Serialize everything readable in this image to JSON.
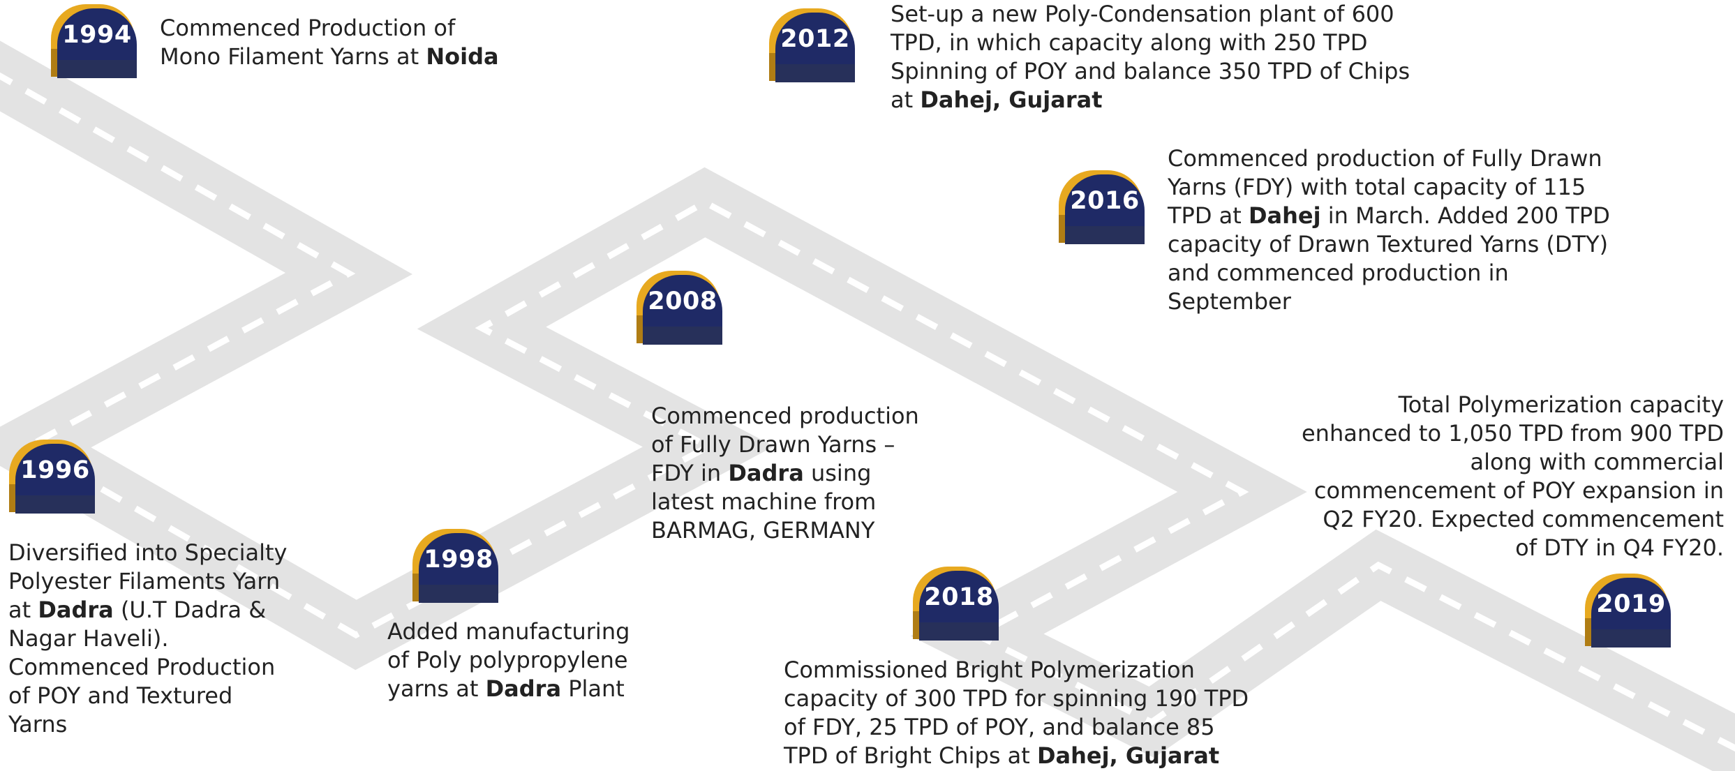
{
  "milestones": [
    {
      "id": "1994",
      "year": "1994",
      "segments": [
        {
          "text": "Commenced Production of",
          "bold": false,
          "br": true
        },
        {
          "text": "Mono Filament Yarns at ",
          "bold": false
        },
        {
          "text": "Noida",
          "bold": true
        }
      ]
    },
    {
      "id": "1996",
      "year": "1996",
      "segments": [
        {
          "text": "Diversified into Specialty",
          "bold": false,
          "br": true
        },
        {
          "text": "Polyester Filaments Yarn",
          "bold": false,
          "br": true
        },
        {
          "text": "at ",
          "bold": false
        },
        {
          "text": "Dadra",
          "bold": true
        },
        {
          "text": " (U.T Dadra &",
          "bold": false,
          "br": true
        },
        {
          "text": "Nagar Haveli).",
          "bold": false,
          "br": true
        },
        {
          "text": "Commenced Production",
          "bold": false,
          "br": true
        },
        {
          "text": "of POY and Textured",
          "bold": false,
          "br": true
        },
        {
          "text": "Yarns",
          "bold": false
        }
      ]
    },
    {
      "id": "1998",
      "year": "1998",
      "segments": [
        {
          "text": "Added manufacturing",
          "bold": false,
          "br": true
        },
        {
          "text": "of Poly polypropylene",
          "bold": false,
          "br": true
        },
        {
          "text": "yarns at ",
          "bold": false
        },
        {
          "text": "Dadra",
          "bold": true
        },
        {
          "text": " Plant",
          "bold": false
        }
      ]
    },
    {
      "id": "2008",
      "year": "2008",
      "segments": [
        {
          "text": "Commenced production",
          "bold": false,
          "br": true
        },
        {
          "text": "of Fully Drawn Yarns –",
          "bold": false,
          "br": true
        },
        {
          "text": "FDY in ",
          "bold": false
        },
        {
          "text": "Dadra",
          "bold": true
        },
        {
          "text": " using",
          "bold": false,
          "br": true
        },
        {
          "text": "latest machine from",
          "bold": false,
          "br": true
        },
        {
          "text": "BARMAG, GERMANY",
          "bold": false
        }
      ]
    },
    {
      "id": "2012",
      "year": "2012",
      "segments": [
        {
          "text": "Set-up a new Poly-Condensation plant of 600",
          "bold": false,
          "br": true
        },
        {
          "text": "TPD, in which capacity along with 250 TPD",
          "bold": false,
          "br": true
        },
        {
          "text": "Spinning of POY and balance 350 TPD of Chips",
          "bold": false,
          "br": true
        },
        {
          "text": "at ",
          "bold": false
        },
        {
          "text": "Dahej, Gujarat",
          "bold": true
        }
      ]
    },
    {
      "id": "2016",
      "year": "2016",
      "segments": [
        {
          "text": "Commenced production of Fully Drawn",
          "bold": false,
          "br": true
        },
        {
          "text": "Yarns (FDY) with total capacity of 115",
          "bold": false,
          "br": true
        },
        {
          "text": "TPD at ",
          "bold": false
        },
        {
          "text": "Dahej",
          "bold": true
        },
        {
          "text": " in March. Added 200 TPD",
          "bold": false,
          "br": true
        },
        {
          "text": "capacity of Drawn Textured Yarns (DTY)",
          "bold": false,
          "br": true
        },
        {
          "text": "and commenced production in",
          "bold": false,
          "br": true
        },
        {
          "text": "September",
          "bold": false
        }
      ]
    },
    {
      "id": "2018",
      "year": "2018",
      "segments": [
        {
          "text": "Commissioned Bright Polymerization",
          "bold": false,
          "br": true
        },
        {
          "text": "capacity of 300 TPD for spinning 190 TPD",
          "bold": false,
          "br": true
        },
        {
          "text": "of FDY, 25 TPD of POY, and balance 85",
          "bold": false,
          "br": true
        },
        {
          "text": "TPD of Bright Chips at ",
          "bold": false
        },
        {
          "text": "Dahej, Gujarat",
          "bold": true
        }
      ]
    },
    {
      "id": "2019",
      "year": "2019",
      "segments": [
        {
          "text": "Total Polymerization capacity",
          "bold": false,
          "br": true
        },
        {
          "text": "enhanced to 1,050 TPD from 900 TPD",
          "bold": false,
          "br": true
        },
        {
          "text": "along with commercial",
          "bold": false,
          "br": true
        },
        {
          "text": "commencement of POY expansion in",
          "bold": false,
          "br": true
        },
        {
          "text": "Q2 FY20. Expected commencement",
          "bold": false,
          "br": true
        },
        {
          "text": "of DTY in Q4 FY20.",
          "bold": false
        }
      ]
    }
  ],
  "colors": {
    "road": "#e3e3e3",
    "lane_marking": "#ffffff",
    "badge_face": "#1f2a66",
    "badge_accent": "#e7a920",
    "text": "#222222"
  }
}
